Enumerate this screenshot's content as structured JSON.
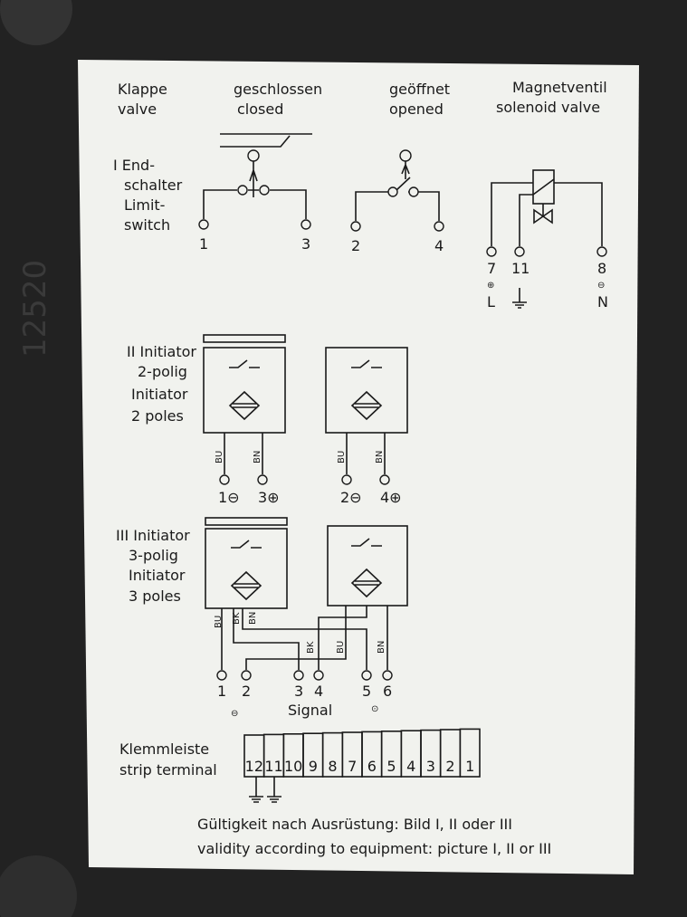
{
  "side_mark": "12520",
  "header": {
    "col1": [
      "Klappe",
      "valve"
    ],
    "col2": [
      "geschlossen",
      "closed"
    ],
    "col3": [
      "geöffnet",
      "opened"
    ],
    "col4": [
      "Magnetventil",
      "solenoid valve"
    ]
  },
  "section1": {
    "label": [
      "I End-",
      "schalter",
      "Limit-",
      "switch"
    ],
    "closed_terminals": [
      "1",
      "3"
    ],
    "opened_terminals": [
      "2",
      "4"
    ],
    "solenoid_terminals": [
      "7",
      "11",
      "8"
    ],
    "solenoid_polarity": [
      "⊕",
      "⊖"
    ],
    "solenoid_lines": [
      "L",
      "N"
    ]
  },
  "section2": {
    "label": [
      "II Initiator",
      "2-polig",
      "Initiator",
      "2 poles"
    ],
    "wires": [
      "BU",
      "BN"
    ],
    "terminals": [
      "1⊖",
      "3⊕",
      "2⊖",
      "4⊕"
    ]
  },
  "section3": {
    "label": [
      "III Initiator",
      "3-polig",
      "Initiator",
      "3 poles"
    ],
    "wires_a": [
      "BU",
      "BK",
      "BN"
    ],
    "wires_b": [
      "BK",
      "BU",
      "BN"
    ],
    "terminals": [
      "1",
      "2",
      "3",
      "4",
      "5",
      "6"
    ],
    "minus": "⊖",
    "signal": "Signal",
    "plus": "⊙"
  },
  "strip": {
    "label": [
      "Klemmleiste",
      "strip terminal"
    ],
    "cells": [
      "12",
      "11",
      "10",
      "9",
      "8",
      "7",
      "6",
      "5",
      "4",
      "3",
      "2",
      "1"
    ]
  },
  "footer": [
    "Gültigkeit nach Ausrüstung: Bild I, II oder III",
    "validity according to equipment: picture I, II or III"
  ],
  "colors": {
    "paper": "#f1f2ee",
    "ink": "#1a1a1a",
    "housing": "#222222"
  }
}
